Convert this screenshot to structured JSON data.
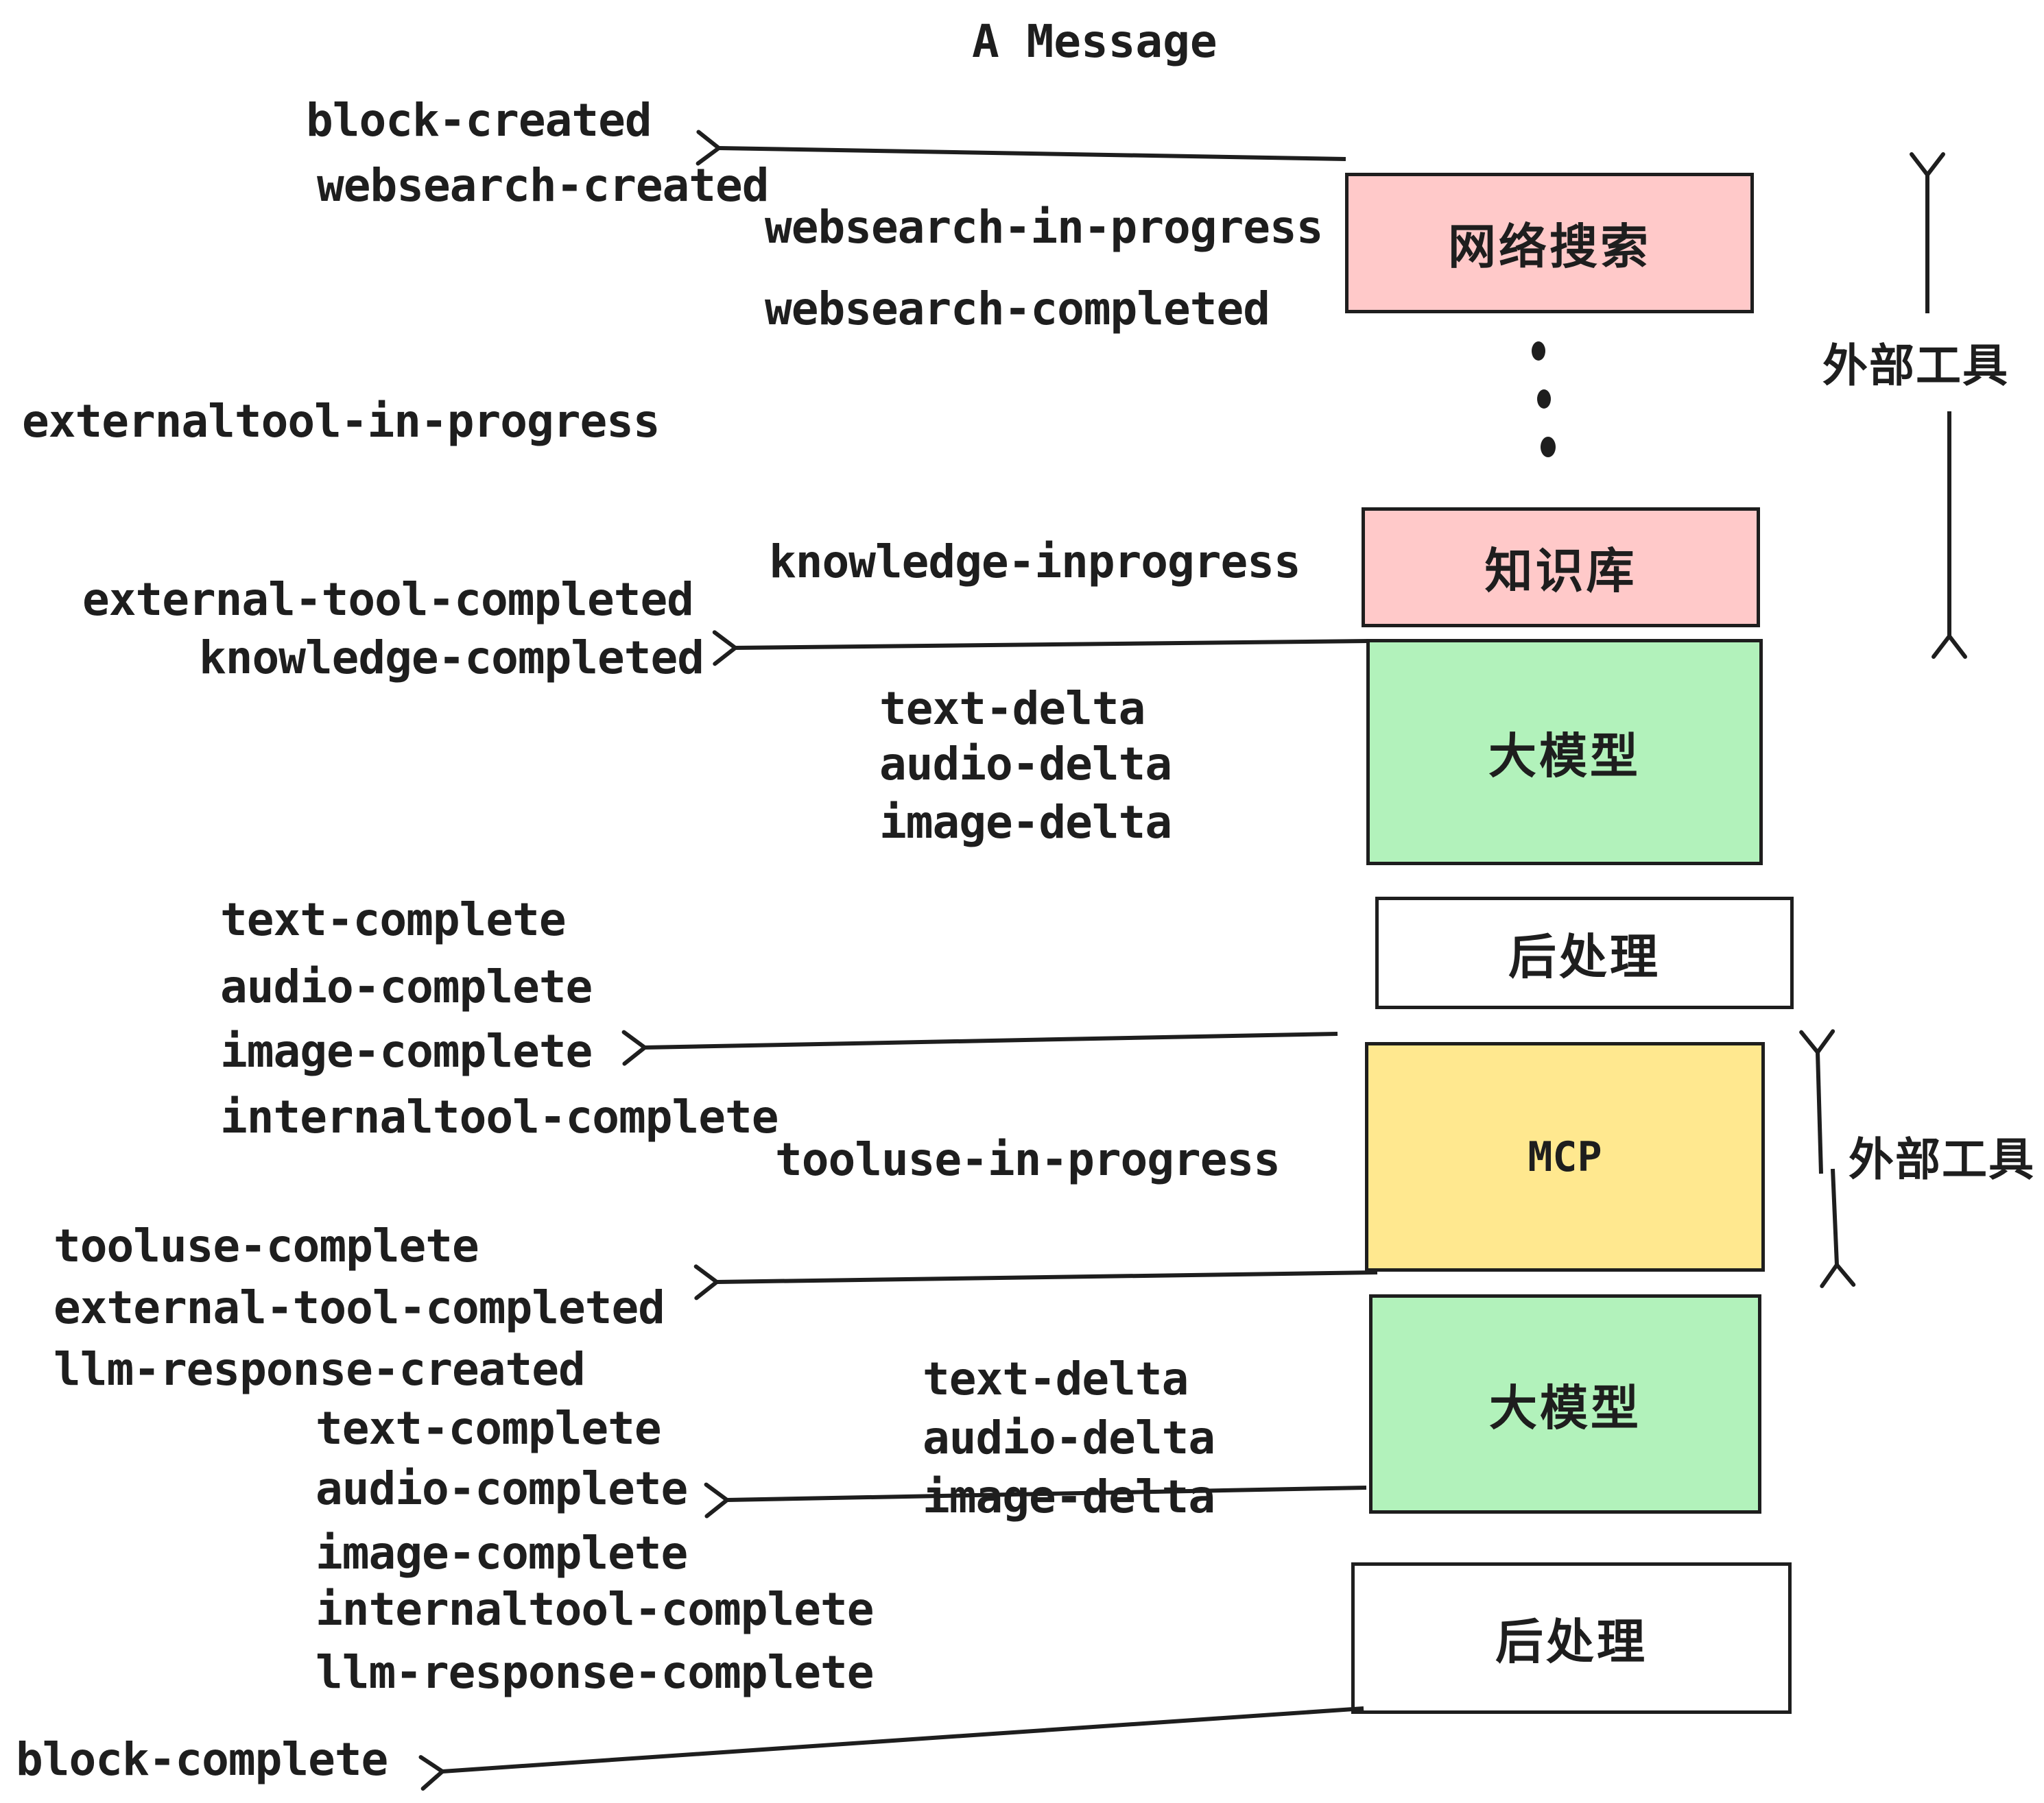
{
  "title": "A Message",
  "palette": {
    "pink": "#ffc9c9",
    "green": "#b2f2bb",
    "yellow": "#ffe88f",
    "white": "#ffffff",
    "ink": "#1e1e1e"
  },
  "boxes": {
    "websearch": {
      "label": "网络搜索"
    },
    "knowledge": {
      "label": "知识库"
    },
    "llm1": {
      "label": "大模型"
    },
    "post1": {
      "label": "后处理"
    },
    "mcp": {
      "label": "MCP"
    },
    "llm2": {
      "label": "大模型"
    },
    "post2": {
      "label": "后处理"
    }
  },
  "side_labels": {
    "external_tools_top": "外部工具",
    "external_tools_mid": "外部工具"
  },
  "events": {
    "block_created": "block-created",
    "websearch_created": "websearch-created",
    "websearch_in_progress": "websearch-in-progress",
    "websearch_completed": "websearch-completed",
    "externaltool_in_progress": "externaltool-in-progress",
    "knowledge_inprogress": "knowledge-inprogress",
    "external_tool_completed_1": "external-tool-completed",
    "knowledge_completed": "knowledge-completed",
    "text_delta_1": "text-delta",
    "audio_delta_1": "audio-delta",
    "image_delta_1": "image-delta",
    "text_complete_1": "text-complete",
    "audio_complete_1": "audio-complete",
    "image_complete_1": "image-complete",
    "internaltool_complete_1": "internaltool-complete",
    "tooluse_in_progress": "tooluse-in-progress",
    "tooluse_complete": "tooluse-complete",
    "external_tool_completed_2": "external-tool-completed",
    "llm_response_created": "llm-response-created",
    "text_complete_2": "text-complete",
    "audio_complete_2": "audio-complete",
    "image_complete_2": "image-complete",
    "internaltool_complete_2": "internaltool-complete",
    "llm_response_complete": "llm-response-complete",
    "block_complete": "block-complete"
  }
}
